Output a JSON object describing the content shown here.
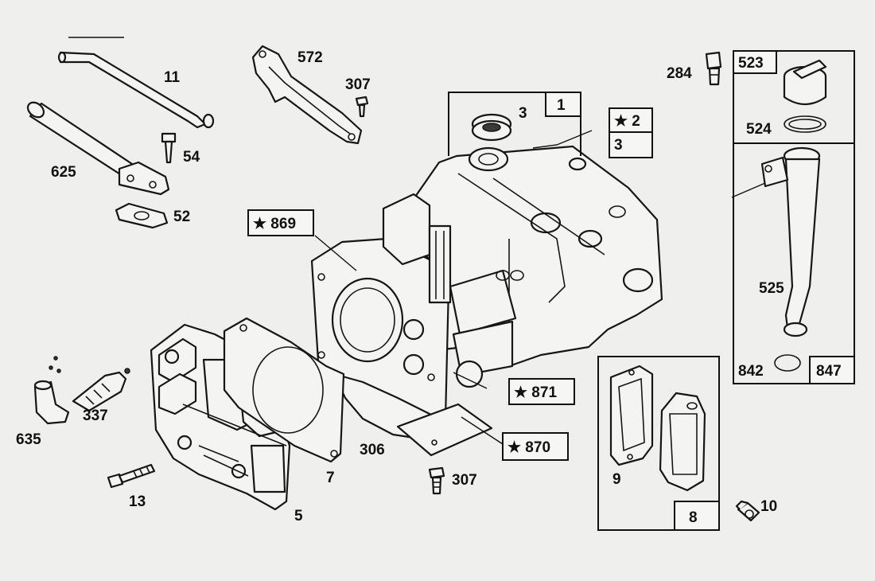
{
  "diagram": {
    "callouts": {
      "n11": "11",
      "n625": "625",
      "n54": "54",
      "n52": "52",
      "n572": "572",
      "n307_top": "307",
      "n3_seal": "3",
      "n1": "1",
      "n2": "★ 2",
      "n3_box": "3",
      "n284": "284",
      "n523": "523",
      "n524": "524",
      "n525": "525",
      "n842": "842",
      "n847": "847",
      "n869": "★ 869",
      "n871": "★ 871",
      "n870": "★ 870",
      "n306": "306",
      "n307_bottom": "307",
      "n337": "337",
      "n635": "635",
      "n13": "13",
      "n7": "7",
      "n5": "5",
      "n9": "9",
      "n8": "8",
      "n10": "10"
    }
  }
}
